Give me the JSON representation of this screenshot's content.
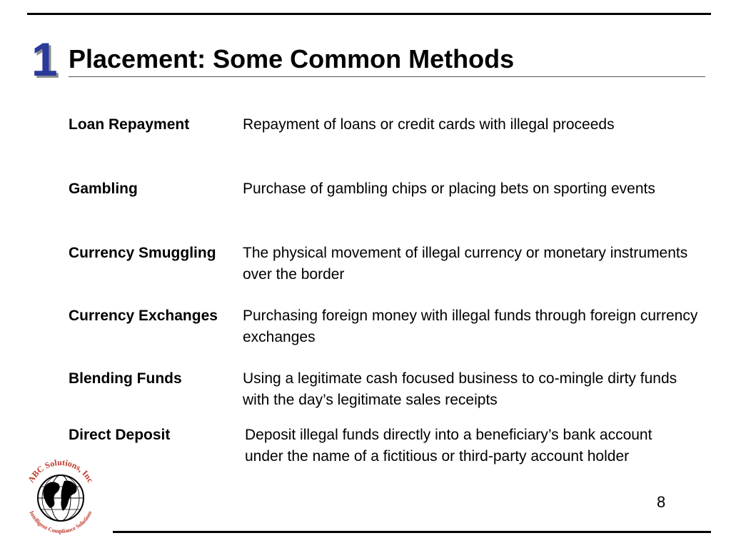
{
  "slide": {
    "badge": "1",
    "title": "Placement: Some Common Methods",
    "page_number": "8"
  },
  "methods": [
    {
      "term": "Loan Repayment",
      "description": "Repayment of loans or credit cards with illegal proceeds"
    },
    {
      "term": "Gambling",
      "description": "Purchase of gambling chips or placing bets on sporting events"
    },
    {
      "term": "Currency Smuggling",
      "description": "The physical movement of illegal currency or monetary instruments over the border"
    },
    {
      "term": "Currency Exchanges",
      "description": "Purchasing foreign money with illegal funds through foreign currency exchanges"
    },
    {
      "term": "Blending Funds",
      "description": "Using a legitimate cash focused business to co-mingle dirty funds with the day’s legitimate sales receipts"
    },
    {
      "term": "Direct Deposit",
      "description": "Deposit illegal funds directly into a beneficiary’s bank account under the name of a fictitious or third-party account holder"
    }
  ],
  "logo": {
    "top_text": "ABC Solutions, Inc",
    "bottom_text": "Intelligent Compliance Solutions",
    "icon": "globe-icon",
    "ring_color": "#c0392b"
  },
  "colors": {
    "badge": "#2b3a9a",
    "text": "#000000"
  }
}
